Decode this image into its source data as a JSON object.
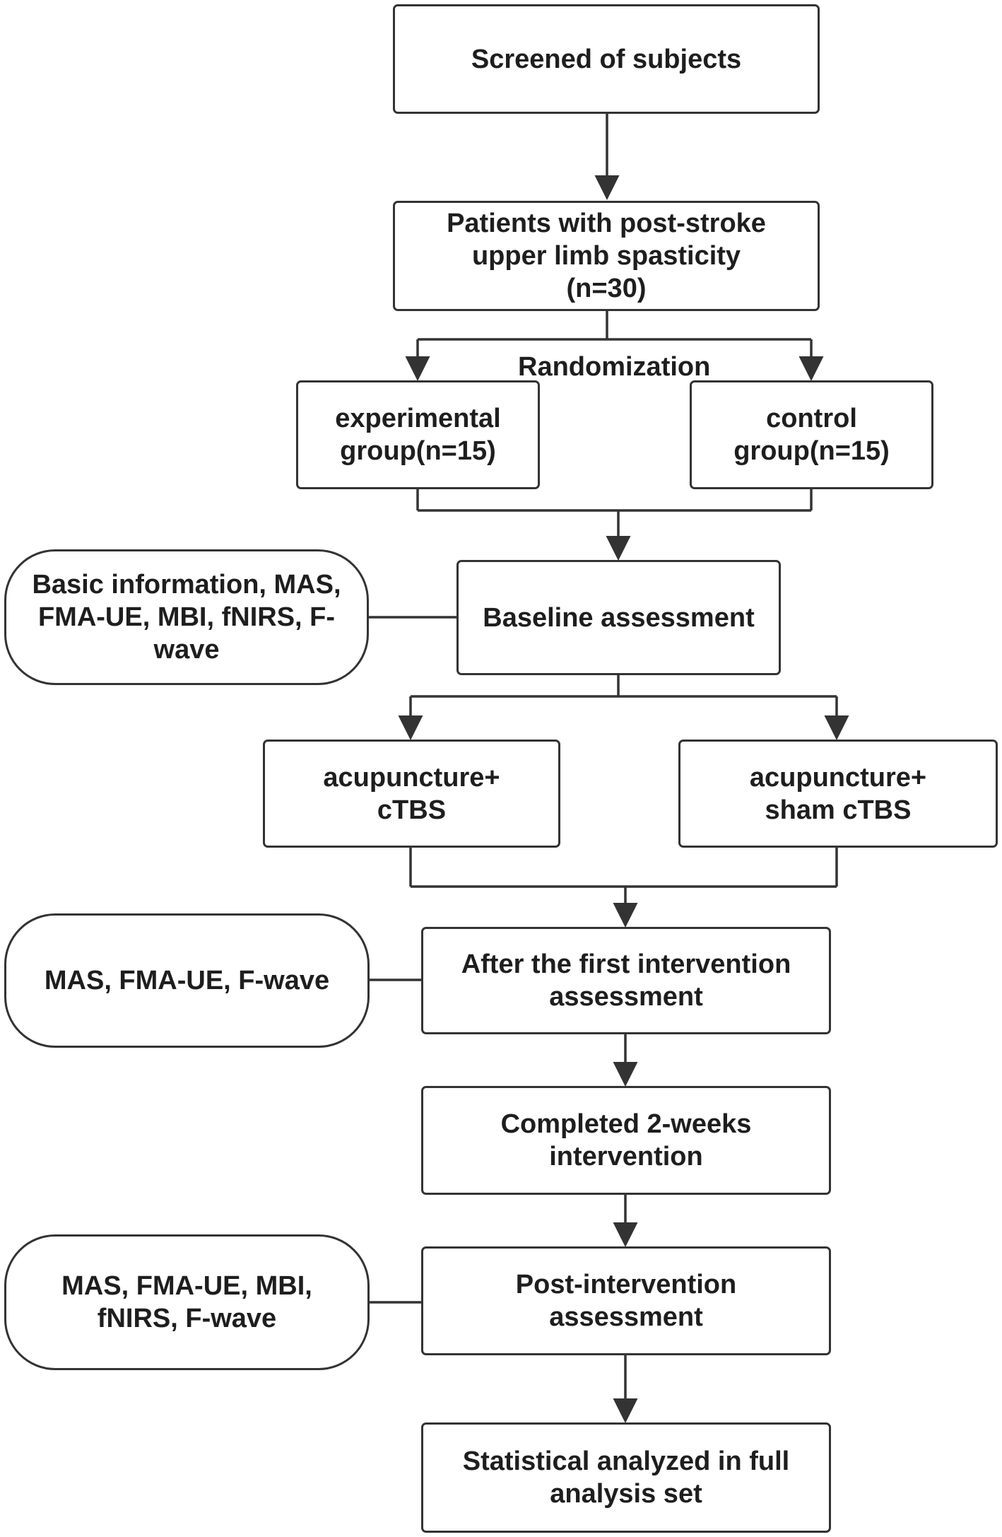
{
  "colors": {
    "stroke": "#333333",
    "text": "#1e1e1e",
    "background": "#ffffff"
  },
  "nodes": {
    "screened": "Screened of subjects",
    "patients": "Patients with post-stroke\nupper limb spasticity\n(n=30)",
    "randomization": "Randomization",
    "experimental": "experimental\ngroup(n=15)",
    "control": "control\ngroup(n=15)",
    "baseline": "Baseline assessment",
    "baseline_measures": "Basic information, MAS,\nFMA-UE, MBI, fNIRS, F-\nwave",
    "acupuncture_ctbs": "acupuncture+\ncTBS",
    "acupuncture_sham": "acupuncture+\nsham cTBS",
    "first_intervention": "After the first intervention\nassessment",
    "first_measures": "MAS, FMA-UE, F-wave",
    "completed": "Completed  2-weeks\nintervention",
    "post_intervention": "Post-intervention\nassessment",
    "post_measures": "MAS, FMA-UE, MBI,\nfNIRS, F-wave",
    "statistical": "Statistical analyzed in full\nanalysis set"
  }
}
